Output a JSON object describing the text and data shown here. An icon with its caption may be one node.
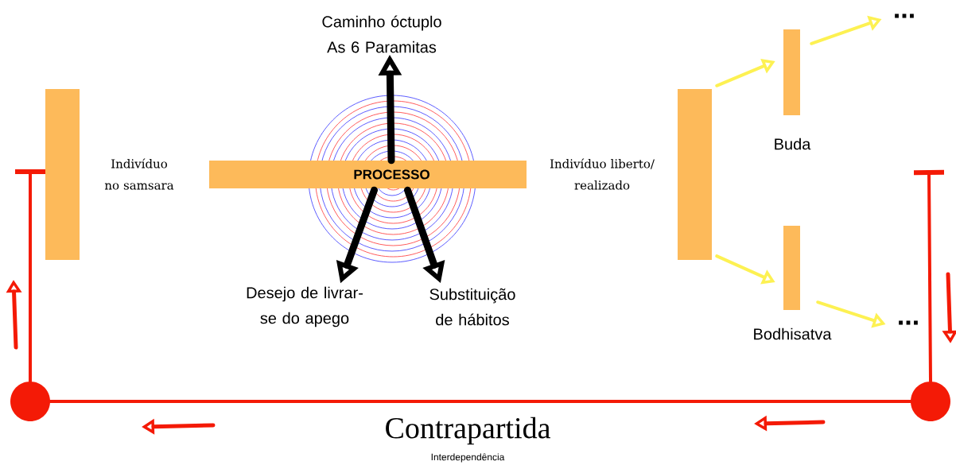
{
  "diagram": {
    "nodes": [
      {
        "text": [
          "Indivíduo no samsara"
        ]
      },
      {
        "text": [
          "PROCESSO"
        ]
      },
      {
        "text": [
          "Caminho óctuplo As 6 Paramitas"
        ]
      },
      {
        "text": [
          "Desejo de livrar-se do apego"
        ]
      },
      {
        "text": [
          "Substituição de hábitos"
        ]
      },
      {
        "text": [
          "Indivíduo liberto/ realizado"
        ]
      },
      {
        "text": [
          "Buda"
        ]
      },
      {
        "text": [
          "Bodhisatva"
        ]
      },
      {
        "text": [
          "..."
        ]
      },
      {
        "text": [
          "..."
        ]
      },
      {
        "text": [],
        "shape": "circle"
      },
      {
        "text": [],
        "shape": "circle"
      }
    ],
    "edges": [
      {
        "from": 1,
        "to": 2,
        "arrow": "to",
        "style": "thick",
        "color": "#000000"
      },
      {
        "from": 1,
        "to": 3,
        "arrow": "to",
        "style": "thick",
        "color": "#000000"
      },
      {
        "from": 1,
        "to": 4,
        "arrow": "to",
        "style": "thick",
        "color": "#000000"
      },
      {
        "from": 5,
        "to": 6,
        "arrow": "to",
        "color": "#fdf152"
      },
      {
        "from": 6,
        "to": 8,
        "arrow": "to",
        "color": "#fdf152"
      },
      {
        "from": 5,
        "to": 7,
        "arrow": "to",
        "color": "#fdf152"
      },
      {
        "from": 7,
        "to": 9,
        "arrow": "to",
        "color": "#fdf152"
      },
      {
        "from": 10,
        "to": 0,
        "arrow": "other",
        "color": "#f41a06"
      },
      {
        "from": 11,
        "to": null,
        "arrow": "other",
        "color": "#f41a06"
      },
      {
        "from": 10,
        "to": 11,
        "arrow": "none",
        "color": "#f41a06"
      }
    ],
    "labels": [
      "Contrapartida",
      "Interdependência"
    ]
  }
}
